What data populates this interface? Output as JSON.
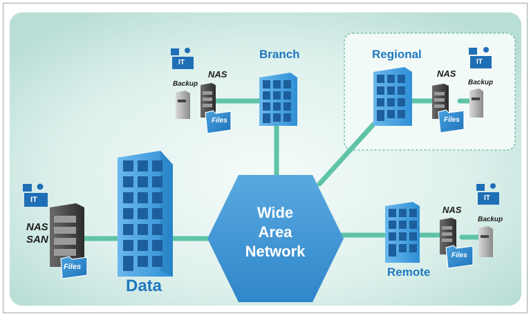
{
  "diagram": {
    "colors": {
      "background": "#cfe9e4",
      "link": "#5fc3a6",
      "building": "#2e8fd5",
      "wan": "#3a95d4",
      "server": "#3b3b3b",
      "files": "#2b86c8"
    },
    "wan": {
      "line1": "Wide",
      "line2": "Area",
      "line3": "Network"
    },
    "data_site": {
      "title": "Data",
      "storage_line1": "NAS",
      "storage_line2": "SAN",
      "files": "Files",
      "it": "IT"
    },
    "branch_site": {
      "title": "Branch",
      "nas": "NAS",
      "backup": "Backup",
      "files": "Files",
      "it": "IT"
    },
    "regional_site": {
      "title": "Regional",
      "nas": "NAS",
      "backup": "Backup",
      "files": "Files",
      "it": "IT"
    },
    "remote_site": {
      "title": "Remote",
      "nas": "NAS",
      "backup": "Backup",
      "files": "Files",
      "it": "IT"
    }
  }
}
